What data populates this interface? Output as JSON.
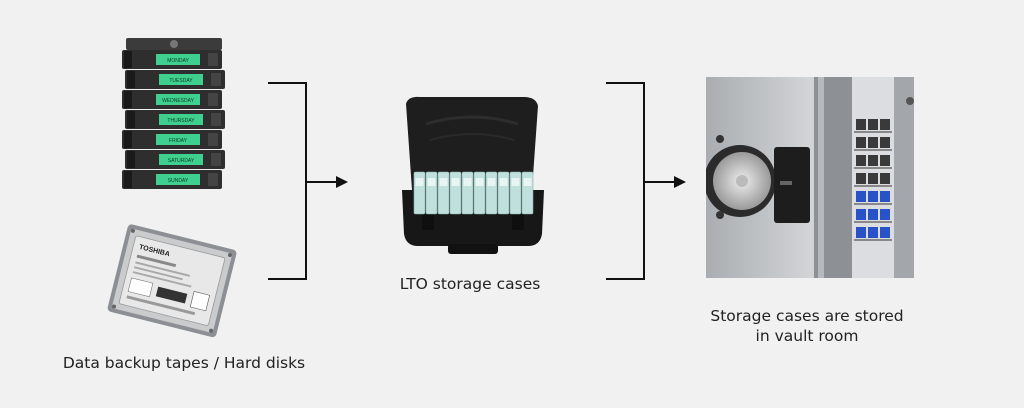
{
  "tapes": {
    "labels": [
      "MONDAY",
      "TUESDAY",
      "WEDNESDAY",
      "THURSDAY",
      "FRIDAY",
      "SATURDAY",
      "SUNDAY"
    ]
  },
  "hdd": {
    "brand": "TOSHIBA"
  },
  "captions": {
    "left": "Data backup tapes / Hard disks",
    "middle": "LTO storage cases",
    "right_line1": "Storage cases are stored",
    "right_line2": "in vault room"
  },
  "colors": {
    "background": "#f1f1f1",
    "tape_label": "#3fcf8e",
    "tape_body": "#2e2e2e",
    "case_body": "#1b1b1b",
    "cartridge": "#bfe0dc",
    "vault_steel": "#b9bcbf",
    "vault_blue_bins": "#2a52c7"
  }
}
